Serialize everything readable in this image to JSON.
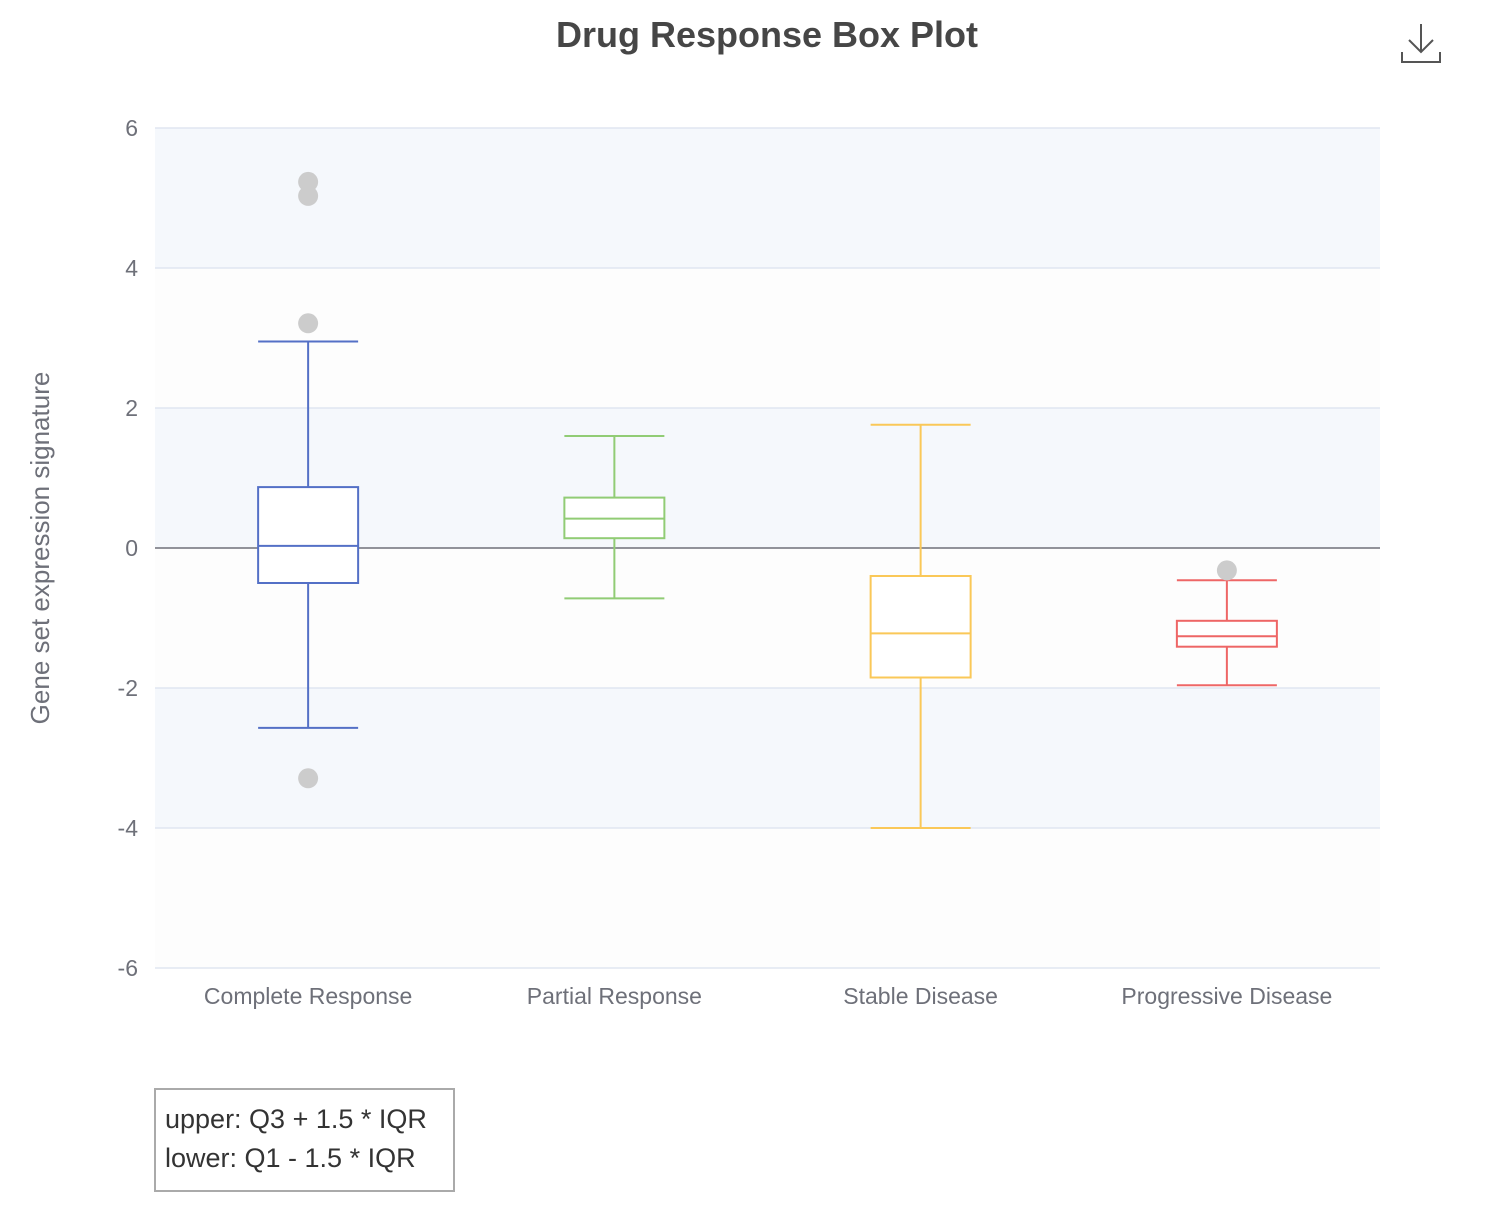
{
  "chart_data": {
    "type": "boxplot",
    "title": "Drug Response Box Plot",
    "xlabel": "",
    "ylabel": "Gene set expression signature",
    "ylim": [
      -6,
      6
    ],
    "yticks": [
      6,
      4,
      2,
      0,
      -2,
      -4,
      -6
    ],
    "categories": [
      "Complete Response",
      "Partial Response",
      "Stable Disease",
      "Progressive Disease"
    ],
    "boxes": [
      {
        "category": "Complete Response",
        "min": -2.57,
        "q1": -0.5,
        "median": 0.03,
        "q3": 0.87,
        "max": 2.95,
        "outliers": [
          5.23,
          5.03,
          3.21,
          -3.29
        ],
        "color": "#5470c6"
      },
      {
        "category": "Partial Response",
        "min": -0.72,
        "q1": 0.14,
        "median": 0.42,
        "q3": 0.72,
        "max": 1.6,
        "outliers": [],
        "color": "#91cc75"
      },
      {
        "category": "Stable Disease",
        "min": -4.0,
        "q1": -1.85,
        "median": -1.22,
        "q3": -0.4,
        "max": 1.76,
        "outliers": [],
        "color": "#fac858"
      },
      {
        "category": "Progressive Disease",
        "min": -1.96,
        "q1": -1.41,
        "median": -1.26,
        "q3": -1.04,
        "max": -0.46,
        "outliers": [
          -0.32
        ],
        "color": "#ee6666"
      }
    ],
    "grid": true,
    "zero_line": true,
    "outlier_color": "#cccccc",
    "band_colors": [
      "#f5f8fc",
      "#fdfdfd"
    ]
  },
  "note": {
    "line1": "upper: Q3 + 1.5 * IQR",
    "line2": "lower: Q1 - 1.5 * IQR"
  },
  "toolbar": {
    "download_icon": "download-icon"
  }
}
